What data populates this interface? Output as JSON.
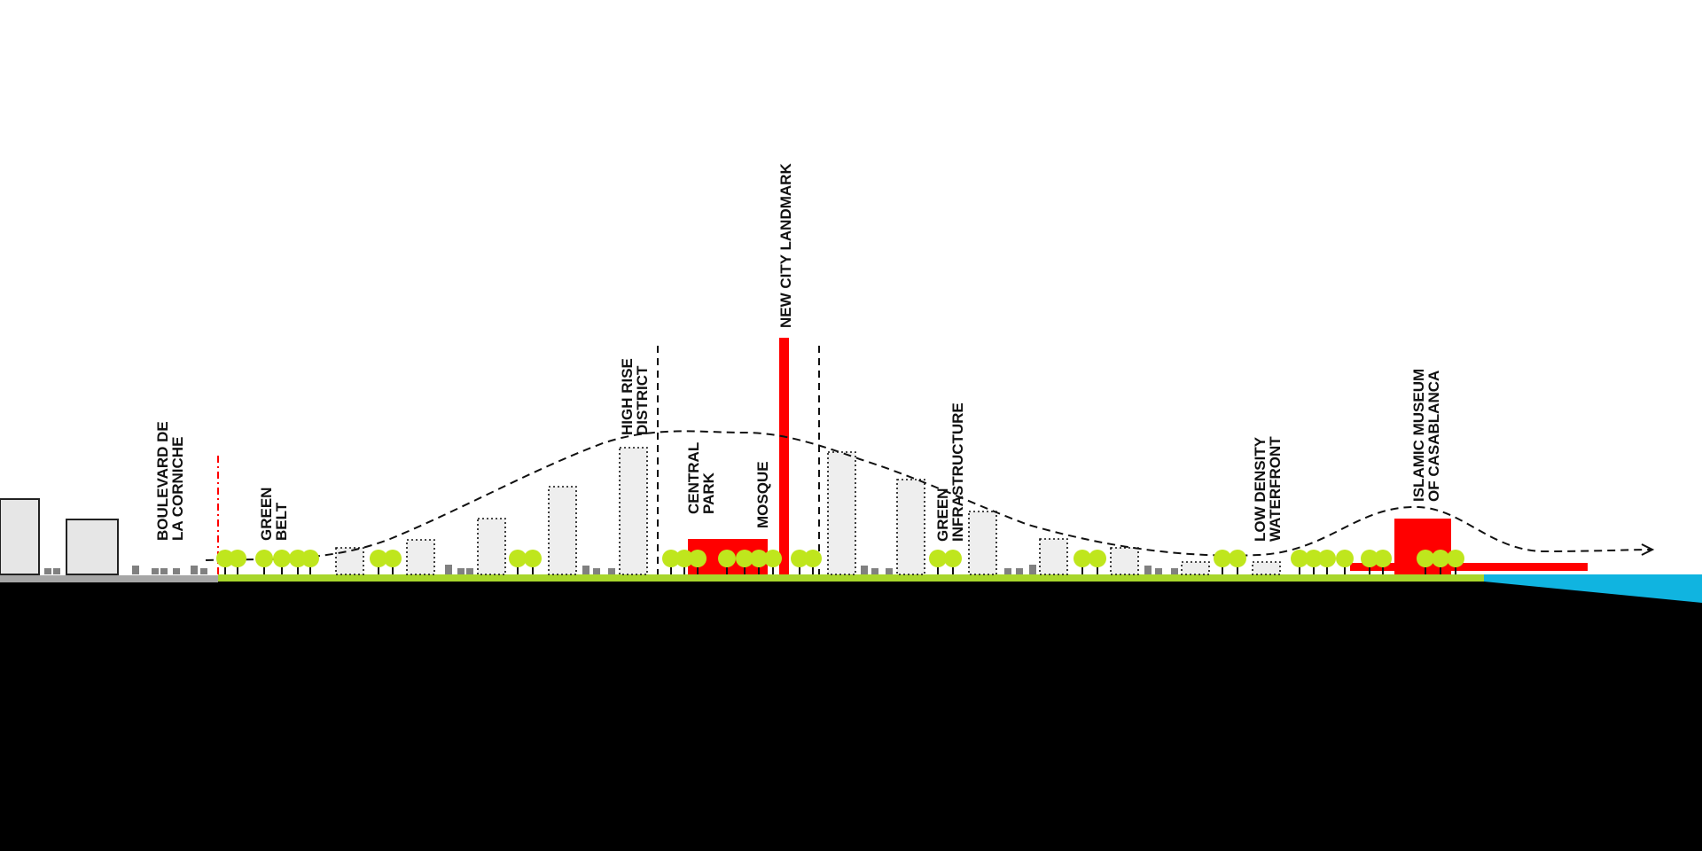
{
  "labels": {
    "boulevard": [
      "BOULEVARD DE",
      "LA CORNICHE"
    ],
    "green_belt": [
      "GREEN",
      "BELT"
    ],
    "high_rise": [
      "HIGH RISE",
      "DISTRICT"
    ],
    "central_park": [
      "CENTRAL",
      "PARK"
    ],
    "mosque": [
      "MOSQUE"
    ],
    "landmark": [
      "NEW CITY LANDMARK"
    ],
    "green_infra": [
      "GREEN",
      "INFRASTRUCTURE"
    ],
    "low_density": [
      "LOW DENSITY",
      "WATERFRONT"
    ],
    "museum": [
      "ISLAMIC MUSEUM",
      "OF CASABLANCA"
    ]
  },
  "colors": {
    "accent_red": "#ff0000",
    "green": "#a8d62b",
    "tree": "#bfe61d",
    "water": "#10b4e0",
    "ground": "#000000",
    "existing_ground": "#a6a6a6",
    "building_fill": "#eeeeee"
  },
  "icons": {
    "tree": "tree-icon",
    "arrow": "arrow-right-icon"
  }
}
